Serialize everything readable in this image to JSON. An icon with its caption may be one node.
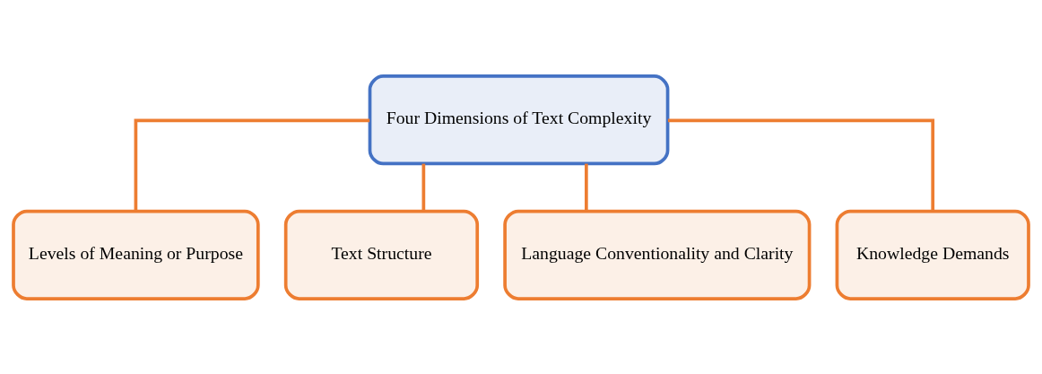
{
  "diagram": {
    "nodes": [
      {
        "text": [
          "Four Dimensions of Text Complexity"
        ]
      },
      {
        "text": [
          "Levels of Meaning or Purpose"
        ]
      },
      {
        "text": [
          "Text Structure"
        ]
      },
      {
        "text": [
          "Language Conventionality and Clarity"
        ]
      },
      {
        "text": [
          "Knowledge Demands"
        ]
      }
    ],
    "edges": [
      {
        "from": 0,
        "to": 1,
        "arrow": "none"
      },
      {
        "from": 0,
        "to": 2,
        "arrow": "none"
      },
      {
        "from": 0,
        "to": 3,
        "arrow": "none"
      },
      {
        "from": 0,
        "to": 4,
        "arrow": "none"
      }
    ]
  }
}
